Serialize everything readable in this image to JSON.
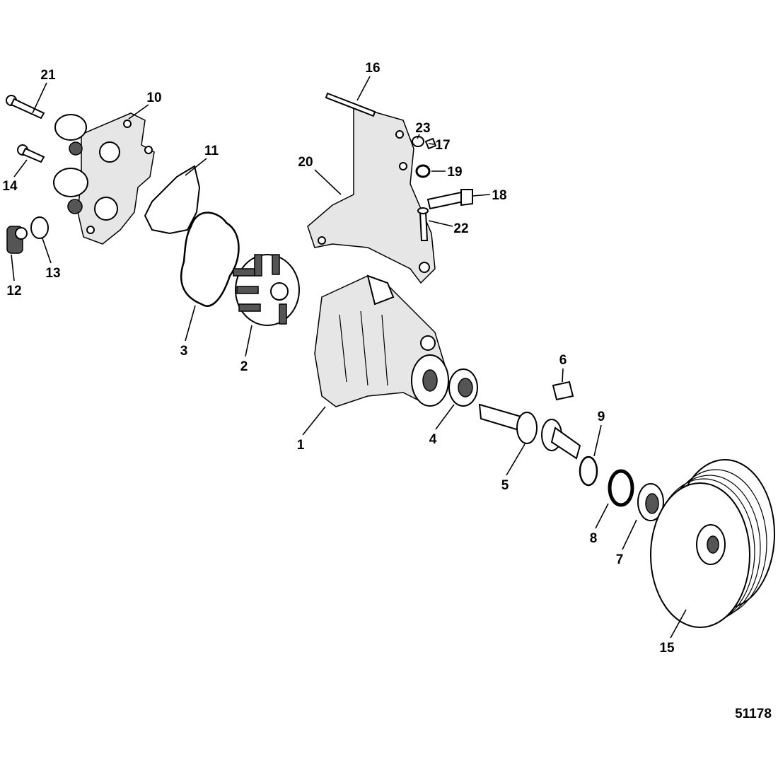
{
  "diagram": {
    "title": "Exploded parts view - seawater pump",
    "figure_number": "51178",
    "callouts": [
      "1",
      "2",
      "3",
      "4",
      "5",
      "6",
      "7",
      "8",
      "9",
      "10",
      "11",
      "12",
      "13",
      "14",
      "15",
      "16",
      "17",
      "18",
      "19",
      "20",
      "21",
      "22",
      "23"
    ]
  }
}
